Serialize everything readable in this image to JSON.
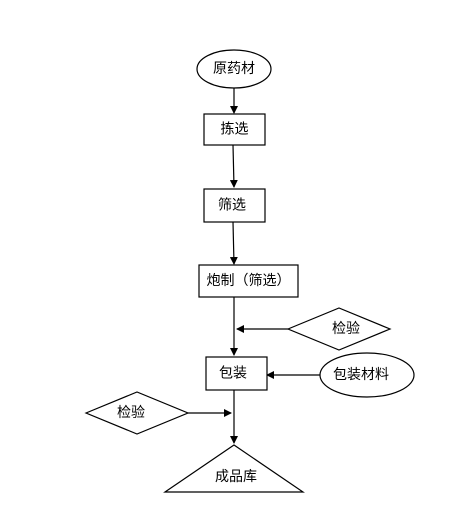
{
  "diagram": {
    "nodes": {
      "raw_material": "原药材",
      "sorting": "拣选",
      "sieving": "筛选",
      "processing": "炮制（筛选）",
      "inspection_right": "检验",
      "packaging": "包装",
      "packaging_material": "包装材料",
      "inspection_left": "检验",
      "finished_store": "成品库"
    }
  }
}
